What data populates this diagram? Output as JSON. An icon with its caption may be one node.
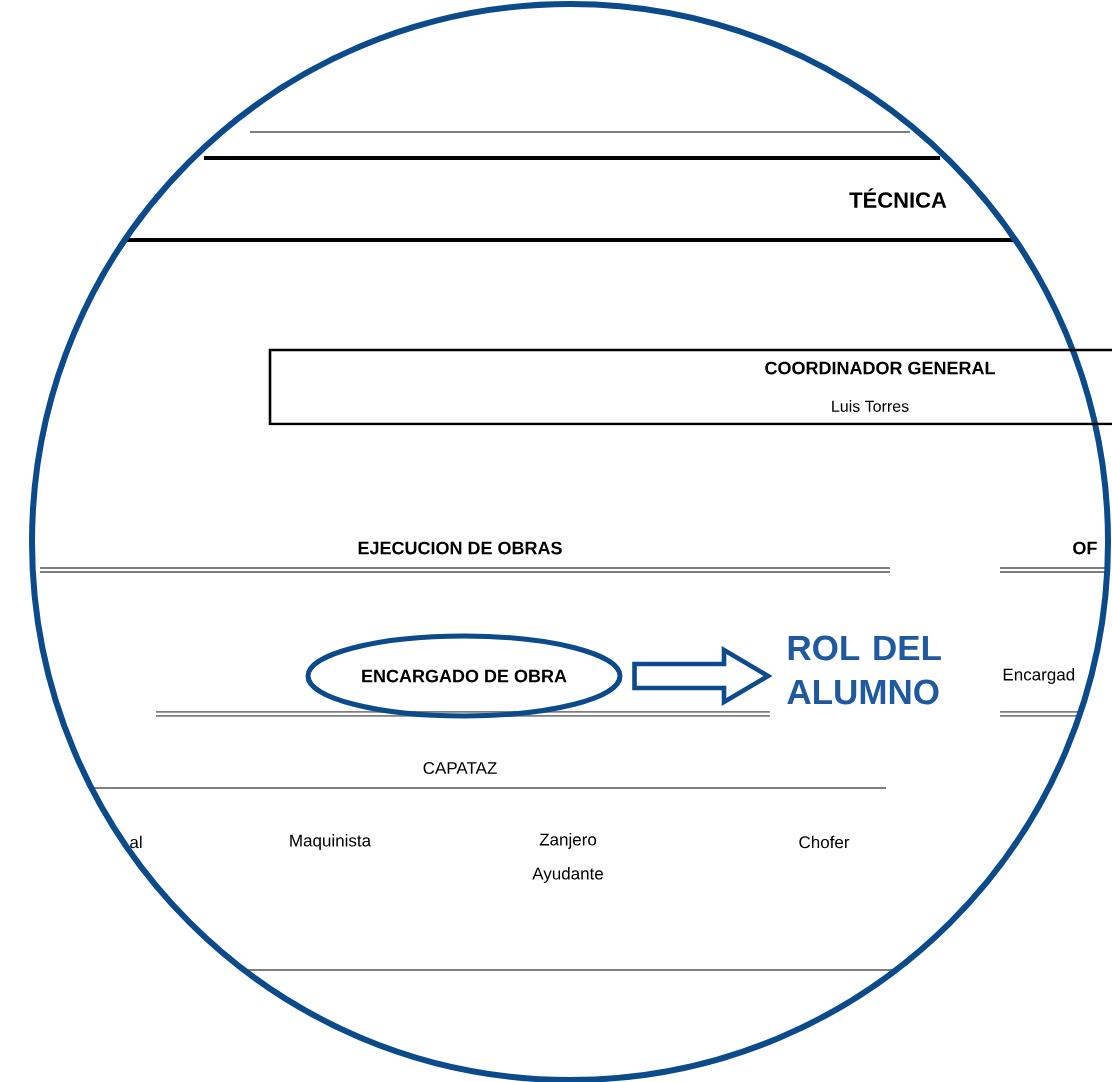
{
  "diagram": {
    "nodes": [
      {
        "text": [
          "ENCARGADO DE OBRA"
        ]
      },
      {
        "text": [
          "ROL DEL ALUMNO"
        ]
      },
      {
        "text": [
          "COORDINADOR GENERAL",
          "Luis Torres"
        ]
      }
    ],
    "edges": [
      {
        "from": 0,
        "to": 1,
        "arrow": "to"
      }
    ],
    "labels": [
      "TÉCNICA",
      "EJECUCION DE OBRAS",
      "OF",
      "Encargad",
      "CAPATAZ",
      "al",
      "Maquinista",
      "Zanjero Ayudante",
      "Chofer"
    ]
  }
}
